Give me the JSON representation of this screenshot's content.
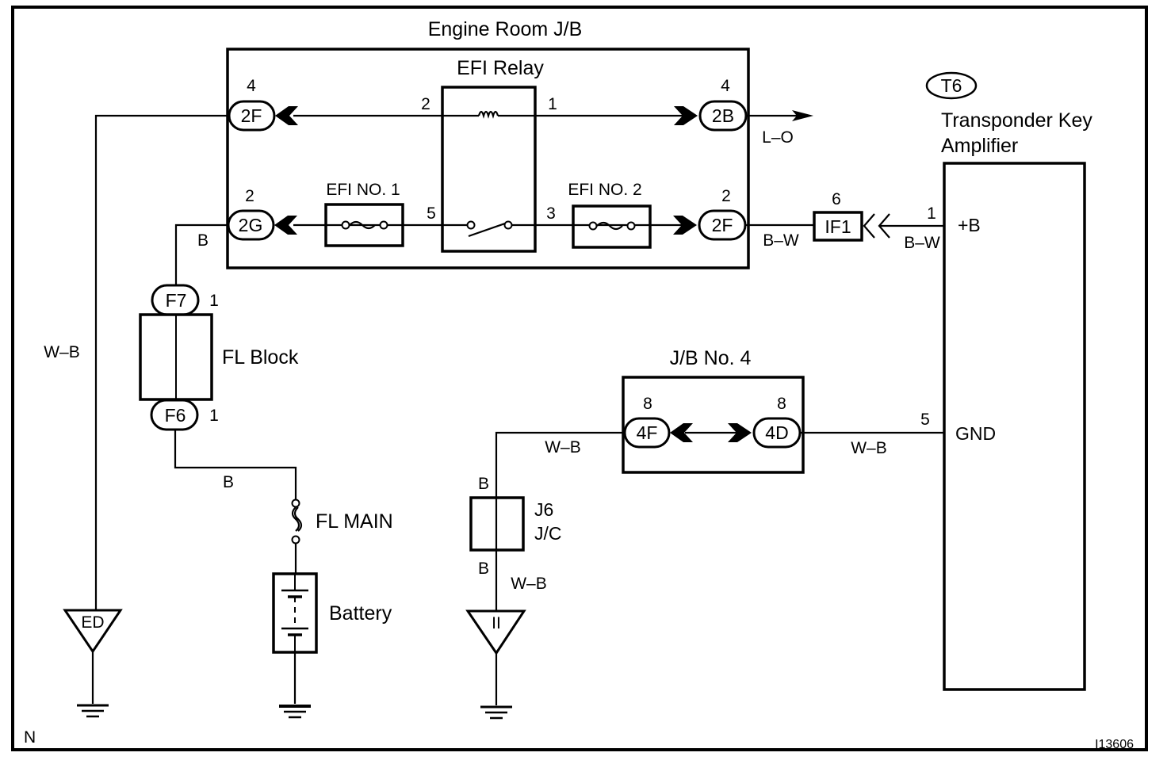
{
  "diagram": {
    "engine_room_jb": {
      "title": "Engine Room J/B",
      "efi_relay": {
        "label": "EFI Relay",
        "pins": {
          "coil_left": "2",
          "coil_right": "1",
          "switch_left": "5",
          "switch_right": "3"
        }
      },
      "fuse_efi1": "EFI NO. 1",
      "fuse_efi2": "EFI NO. 2",
      "connectors": {
        "c2F_top": {
          "id": "2F",
          "pin": "4"
        },
        "c2B": {
          "id": "2B",
          "pin": "4"
        },
        "c2G": {
          "id": "2G",
          "pin": "2"
        },
        "c2F_bottom": {
          "id": "2F",
          "pin": "2"
        }
      }
    },
    "wire_colors": {
      "out_2B": "L–O",
      "out_2F": "B–W",
      "amp_plusB": "B–W",
      "from_2G": "B",
      "left_ground": "W–B",
      "fl_to_main": "B",
      "jb4_left": "W–B",
      "jb4_right": "W–B",
      "j6_top": "B",
      "j6_bottom": "B",
      "j6_to_ground": "W–B"
    },
    "if1": {
      "id": "IF1",
      "pin": "6"
    },
    "transponder": {
      "ref": "T6",
      "name_line1": "Transponder Key",
      "name_line2": "Amplifier",
      "pin_plusB": {
        "num": "1",
        "label": "+B"
      },
      "pin_gnd": {
        "num": "5",
        "label": "GND"
      }
    },
    "fl_block": {
      "label": "FL Block",
      "top": {
        "id": "F7",
        "pin": "1"
      },
      "bottom": {
        "id": "F6",
        "pin": "1"
      }
    },
    "fl_main": "FL MAIN",
    "battery": "Battery",
    "jb4": {
      "title": "J/B No. 4",
      "left": {
        "id": "4F",
        "pin": "8"
      },
      "right": {
        "id": "4D",
        "pin": "8"
      }
    },
    "j6": {
      "line1": "J6",
      "line2": "J/C"
    },
    "grounds": {
      "left": "ED",
      "right": "II"
    },
    "corner_code": "N",
    "figure_id": "I13606"
  }
}
